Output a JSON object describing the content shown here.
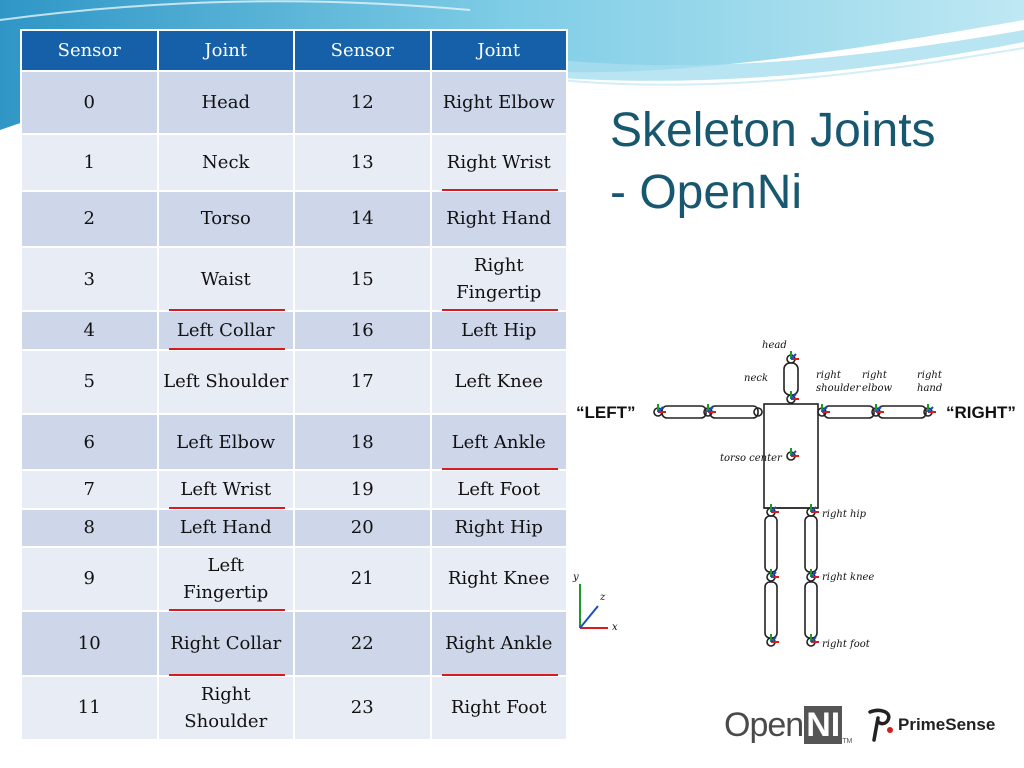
{
  "title_line1": "Skeleton Joints",
  "title_line2": "- OpenNi",
  "table": {
    "headers": [
      "Sensor",
      "Joint",
      "Sensor",
      "Joint"
    ],
    "rows": [
      {
        "s1": "0",
        "j1": "Head",
        "s2": "12",
        "j2": "Right Elbow",
        "u1": false,
        "u2": false
      },
      {
        "s1": "1",
        "j1": "Neck",
        "s2": "13",
        "j2": "Right Wrist",
        "u1": false,
        "u2": true
      },
      {
        "s1": "2",
        "j1": "Torso",
        "s2": "14",
        "j2": "Right Hand",
        "u1": false,
        "u2": false
      },
      {
        "s1": "3",
        "j1": "Waist",
        "s2": "15",
        "j2": "Right Fingertip",
        "u1": true,
        "u2": true
      },
      {
        "s1": "4",
        "j1": "Left Collar",
        "s2": "16",
        "j2": "Left Hip",
        "u1": true,
        "u2": false
      },
      {
        "s1": "5",
        "j1": "Left Shoulder",
        "s2": "17",
        "j2": "Left Knee",
        "u1": false,
        "u2": false
      },
      {
        "s1": "6",
        "j1": "Left Elbow",
        "s2": "18",
        "j2": "Left Ankle",
        "u1": false,
        "u2": true
      },
      {
        "s1": "7",
        "j1": "Left Wrist",
        "s2": "19",
        "j2": "Left Foot",
        "u1": true,
        "u2": false
      },
      {
        "s1": "8",
        "j1": "Left Hand",
        "s2": "20",
        "j2": "Right Hip",
        "u1": false,
        "u2": false
      },
      {
        "s1": "9",
        "j1": "Left Fingertip",
        "s2": "21",
        "j2": "Right Knee",
        "u1": true,
        "u2": false
      },
      {
        "s1": "10",
        "j1": "Right Collar",
        "s2": "22",
        "j2": "Right Ankle",
        "u1": true,
        "u2": true
      },
      {
        "s1": "11",
        "j1": "Right Shoulder",
        "s2": "23",
        "j2": "Right Foot",
        "u1": false,
        "u2": false
      }
    ]
  },
  "skeleton_labels": {
    "left": "“LEFT”",
    "right": "“RIGHT”",
    "head": "head",
    "neck": "neck",
    "right_shoulder_1": "right",
    "right_shoulder_2": "shoulder",
    "right_elbow_1": "right",
    "right_elbow_2": "elbow",
    "right_hand_1": "right",
    "right_hand_2": "hand",
    "torso": "torso center",
    "right_hip": "right hip",
    "right_knee": "right knee",
    "right_foot": "right foot",
    "axis_y": "y",
    "axis_z": "z",
    "axis_x": "x"
  },
  "logos": {
    "openni_1": "Open",
    "openni_2": "NI",
    "openni_tm": "TM",
    "primesense": "PrimeSense"
  },
  "colors": {
    "header_bg": "#1560a8",
    "row_dark": "#ced6ea",
    "row_light": "#e8ecf5",
    "underline": "#d61c1c",
    "title": "#17576f"
  }
}
